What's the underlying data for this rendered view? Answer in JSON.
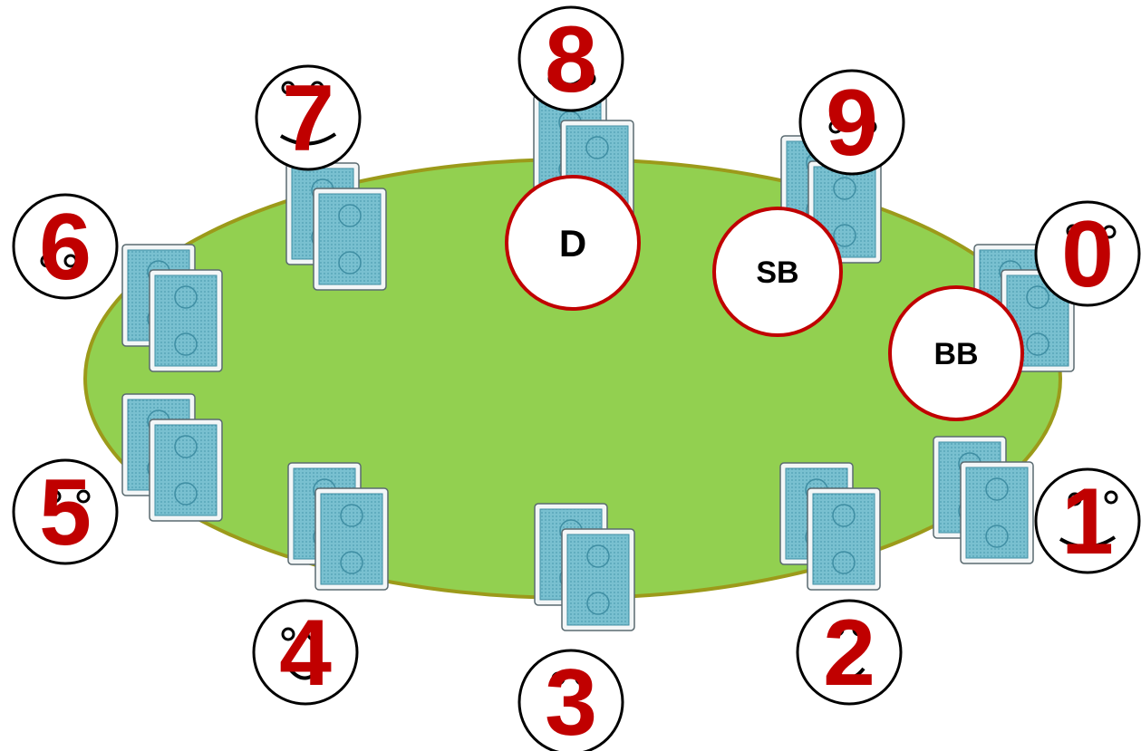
{
  "colors": {
    "felt": "#92d050",
    "felt_border": "#9c9a1a",
    "seat_number": "#c00000",
    "token_ring": "#c00000",
    "card_back": "#6fb9c9",
    "card_edge": "#5a6a70"
  },
  "icons": {
    "player": "smiley-face-icon",
    "hole_cards": "card-back-icon"
  },
  "seats": [
    {
      "number": "0",
      "occupied": true
    },
    {
      "number": "1",
      "occupied": true
    },
    {
      "number": "2",
      "occupied": true
    },
    {
      "number": "3",
      "occupied": true
    },
    {
      "number": "4",
      "occupied": true
    },
    {
      "number": "5",
      "occupied": true
    },
    {
      "number": "6",
      "occupied": true
    },
    {
      "number": "7",
      "occupied": true
    },
    {
      "number": "8",
      "occupied": true
    },
    {
      "number": "9",
      "occupied": true
    }
  ],
  "tokens": [
    {
      "label": "D",
      "holder_seat": "8"
    },
    {
      "label": "SB",
      "holder_seat": "9"
    },
    {
      "label": "BB",
      "holder_seat": "0"
    }
  ]
}
